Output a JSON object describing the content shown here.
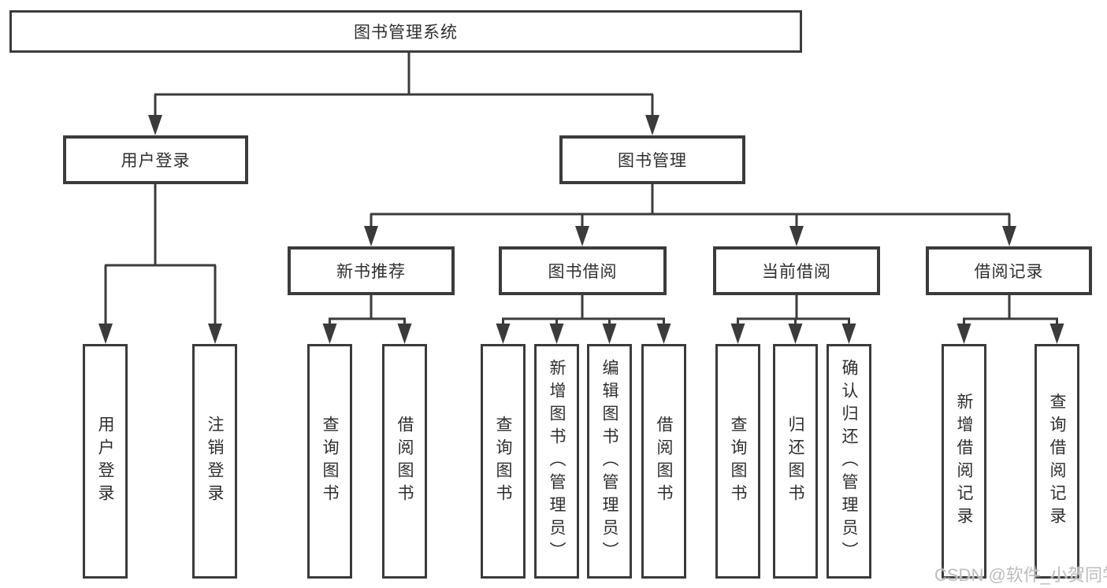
{
  "tree": {
    "label": "图书管理系统",
    "children": [
      {
        "label": "用户登录",
        "children": [
          {
            "label": "用户登录"
          },
          {
            "label": "注销登录"
          }
        ]
      },
      {
        "label": "图书管理",
        "children": [
          {
            "label": "新书推荐",
            "children": [
              {
                "label": "查询图书"
              },
              {
                "label": "借阅图书"
              }
            ]
          },
          {
            "label": "图书借阅",
            "children": [
              {
                "label": "查询图书"
              },
              {
                "label": "新增图书（管理员）"
              },
              {
                "label": "编辑图书（管理员）"
              },
              {
                "label": "借阅图书"
              }
            ]
          },
          {
            "label": "当前借阅",
            "children": [
              {
                "label": "查询图书"
              },
              {
                "label": "归还图书"
              },
              {
                "label": "确认归还（管理员）"
              }
            ]
          },
          {
            "label": "借阅记录",
            "children": [
              {
                "label": "新增借阅记录"
              },
              {
                "label": "查询借阅记录"
              }
            ]
          }
        ]
      }
    ]
  },
  "watermark": "CSDN @软件_小贺同学",
  "colors": {
    "line": "#3b3b3b",
    "text": "#2e2e2e",
    "background": "#ffffff",
    "watermark": "#bcbcbc"
  }
}
